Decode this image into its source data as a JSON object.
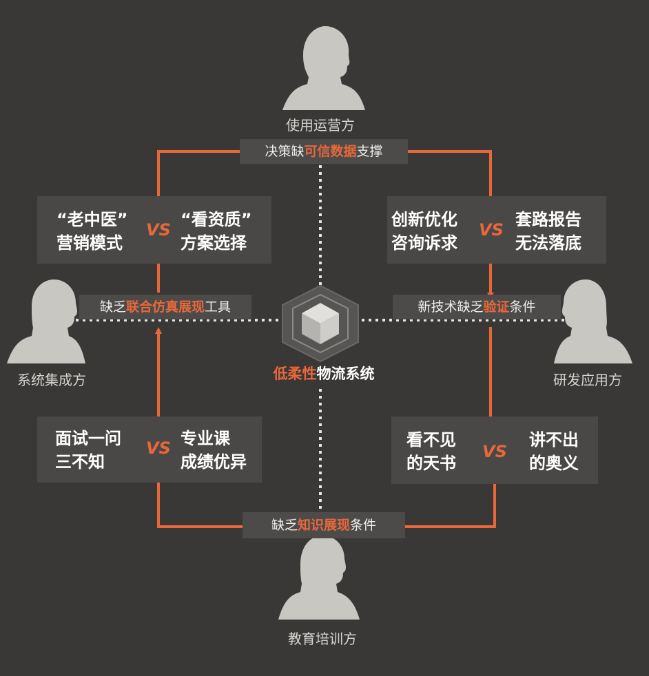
{
  "roles": {
    "top": "使用运营方",
    "left": "系统集成方",
    "right": "研发应用方",
    "bottom": "教育培训方"
  },
  "center": {
    "highlight": "低柔性",
    "rest": "物流系统"
  },
  "labels": {
    "top": {
      "pre": "决策缺",
      "hl": "可信数据",
      "post": "支撑"
    },
    "left": {
      "pre": "缺乏",
      "hl": "联合仿真展现",
      "post": "工具"
    },
    "right": {
      "pre": "新技术缺乏",
      "hl": "验证",
      "post": "条件"
    },
    "bottom": {
      "pre": "缺乏",
      "hl": "知识展现",
      "post": "条件"
    }
  },
  "vs_boxes": {
    "top_left": {
      "left": [
        "“老中医”",
        "营销模式"
      ],
      "right": [
        "“看资质”",
        "方案选择"
      ],
      "vs": "VS"
    },
    "top_right": {
      "left": [
        "创新优化",
        "咨询诉求"
      ],
      "right": [
        "套路报告",
        "无法落底"
      ],
      "vs": "VS"
    },
    "bottom_left": {
      "left": [
        "面试一问",
        "三不知"
      ],
      "right": [
        "专业课",
        "成绩优异"
      ],
      "vs": "VS"
    },
    "bottom_right": {
      "left": [
        "看不见",
        "的天书"
      ],
      "right": [
        "讲不出",
        "的奥义"
      ],
      "vs": "VS"
    }
  },
  "colors": {
    "background": "#3a3837",
    "accent": "#e8683a",
    "silhouette": "#c9c7c2",
    "box": "#4a4847"
  }
}
